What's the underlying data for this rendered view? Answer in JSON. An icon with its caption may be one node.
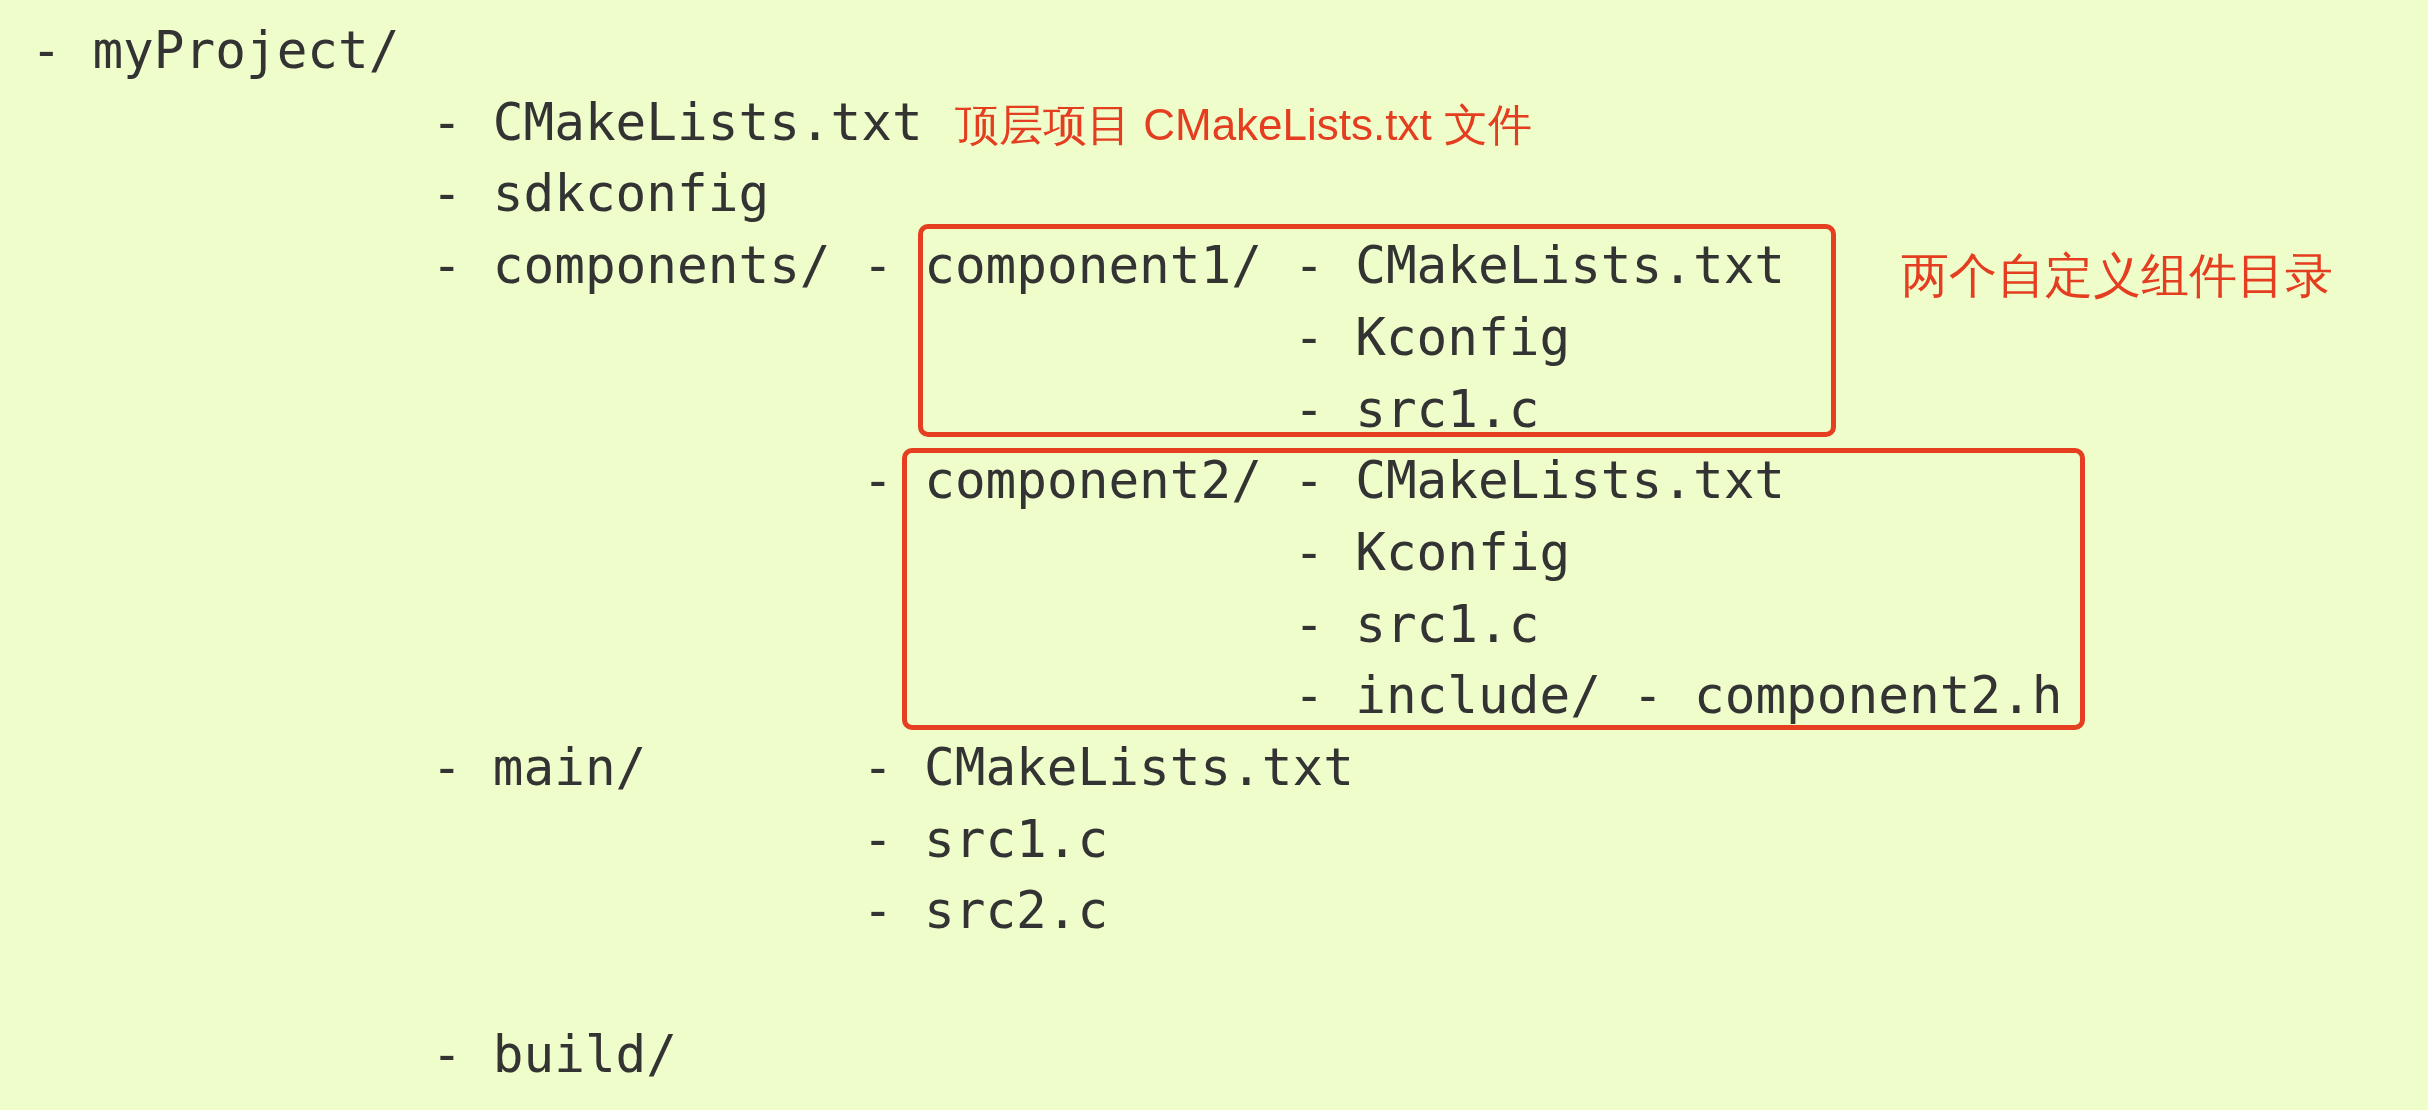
{
  "diagram": {
    "nodes": [
      {
        "text": [
          "component1/",
          "- CMakeLists.txt",
          "- Kconfig",
          "- src1.c"
        ]
      },
      {
        "text": [
          "component2/",
          "- CMakeLists.txt",
          "- Kconfig",
          "- src1.c",
          "- include/",
          "- component2.h"
        ]
      }
    ],
    "labels": [
      "- myProject/",
      "- CMakeLists.txt",
      "顶层项目 CMakeLists.txt 文件",
      "- sdkconfig",
      "- components/",
      "-",
      "两个自定义组件目录",
      "-",
      "- main/",
      "- CMakeLists.txt",
      "- src1.c",
      "- src2.c",
      "- build/"
    ]
  }
}
